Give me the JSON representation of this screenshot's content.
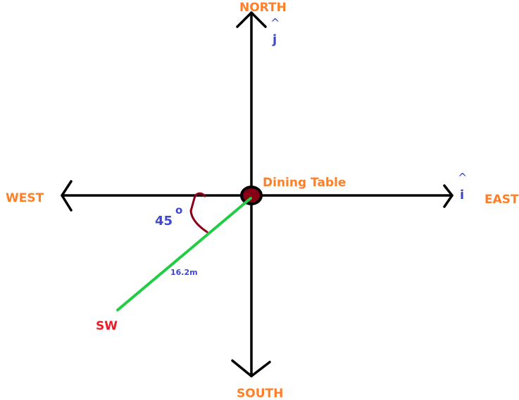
{
  "labels": {
    "north": "NORTH",
    "south": "SOUTH",
    "east": "EAST",
    "west": "WEST",
    "origin": "Dining Table",
    "j_hat": "j",
    "i_hat": "i",
    "hat": "^",
    "angle": "45",
    "degree": "o",
    "distance": "16.2m",
    "endpoint": "SW"
  },
  "colors": {
    "direction": "#FF7F27",
    "vector_label": "#3F48CC",
    "endpoint": "#ED1C24",
    "vector": "#22CC44",
    "origin_dot": "#880015"
  }
}
